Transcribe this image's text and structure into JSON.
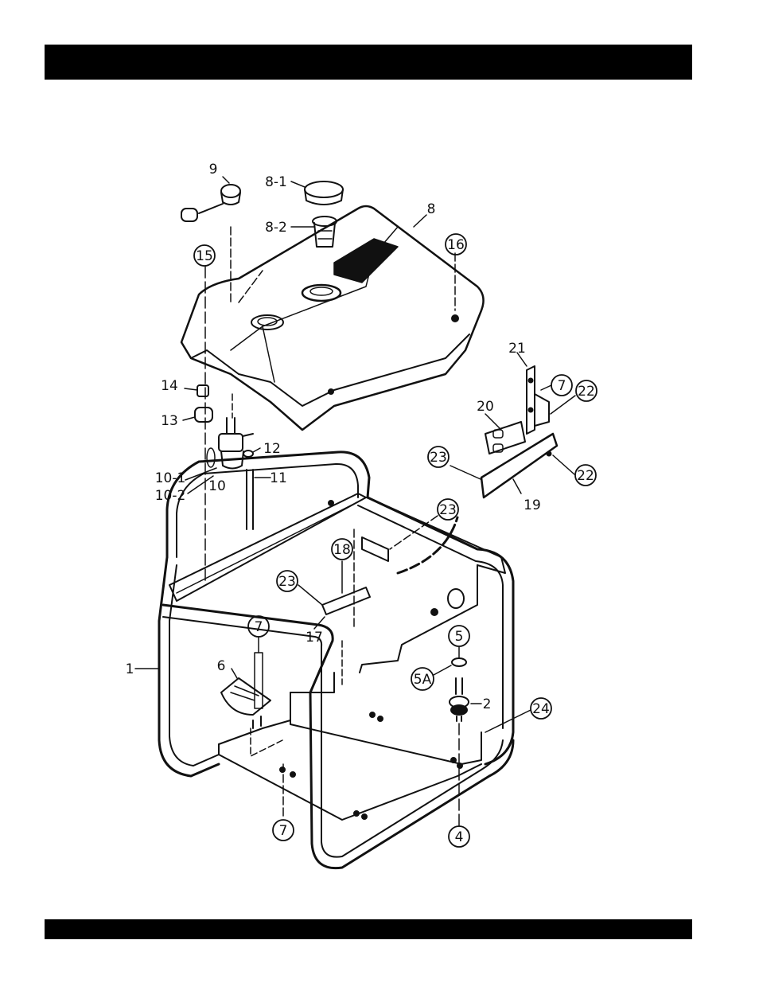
{
  "diagram": {
    "callouts": [
      {
        "id": "c9",
        "text": "9",
        "circled": false
      },
      {
        "id": "c8-1",
        "text": "8-1",
        "circled": false
      },
      {
        "id": "c8-2",
        "text": "8-2",
        "circled": false
      },
      {
        "id": "c8",
        "text": "8",
        "circled": false
      },
      {
        "id": "c15",
        "text": "15",
        "circled": true
      },
      {
        "id": "c16",
        "text": "16",
        "circled": true
      },
      {
        "id": "c14",
        "text": "14",
        "circled": false
      },
      {
        "id": "c13",
        "text": "13",
        "circled": false
      },
      {
        "id": "c12",
        "text": "12",
        "circled": false
      },
      {
        "id": "c11",
        "text": "11",
        "circled": false
      },
      {
        "id": "c10-1",
        "text": "10-1",
        "circled": false
      },
      {
        "id": "c10-2",
        "text": "10-2",
        "circled": false
      },
      {
        "id": "c10",
        "text": "10",
        "circled": false
      },
      {
        "id": "c21",
        "text": "21",
        "circled": false
      },
      {
        "id": "c7a",
        "text": "7",
        "circled": true
      },
      {
        "id": "c22a",
        "text": "22",
        "circled": true
      },
      {
        "id": "c20",
        "text": "20",
        "circled": false
      },
      {
        "id": "c23a",
        "text": "23",
        "circled": true
      },
      {
        "id": "c22b",
        "text": "22",
        "circled": true
      },
      {
        "id": "c19",
        "text": "19",
        "circled": false
      },
      {
        "id": "c23b",
        "text": "23",
        "circled": true
      },
      {
        "id": "c18",
        "text": "18",
        "circled": true
      },
      {
        "id": "c23c",
        "text": "23",
        "circled": true
      },
      {
        "id": "c17",
        "text": "17",
        "circled": false
      },
      {
        "id": "c7b",
        "text": "7",
        "circled": true
      },
      {
        "id": "c6",
        "text": "6",
        "circled": false
      },
      {
        "id": "c1",
        "text": "1",
        "circled": false
      },
      {
        "id": "c5",
        "text": "5",
        "circled": true
      },
      {
        "id": "c5A",
        "text": "5A",
        "circled": true
      },
      {
        "id": "c2",
        "text": "2",
        "circled": false
      },
      {
        "id": "c24",
        "text": "24",
        "circled": true
      },
      {
        "id": "c7c",
        "text": "7",
        "circled": true
      },
      {
        "id": "c4",
        "text": "4",
        "circled": true
      }
    ]
  }
}
